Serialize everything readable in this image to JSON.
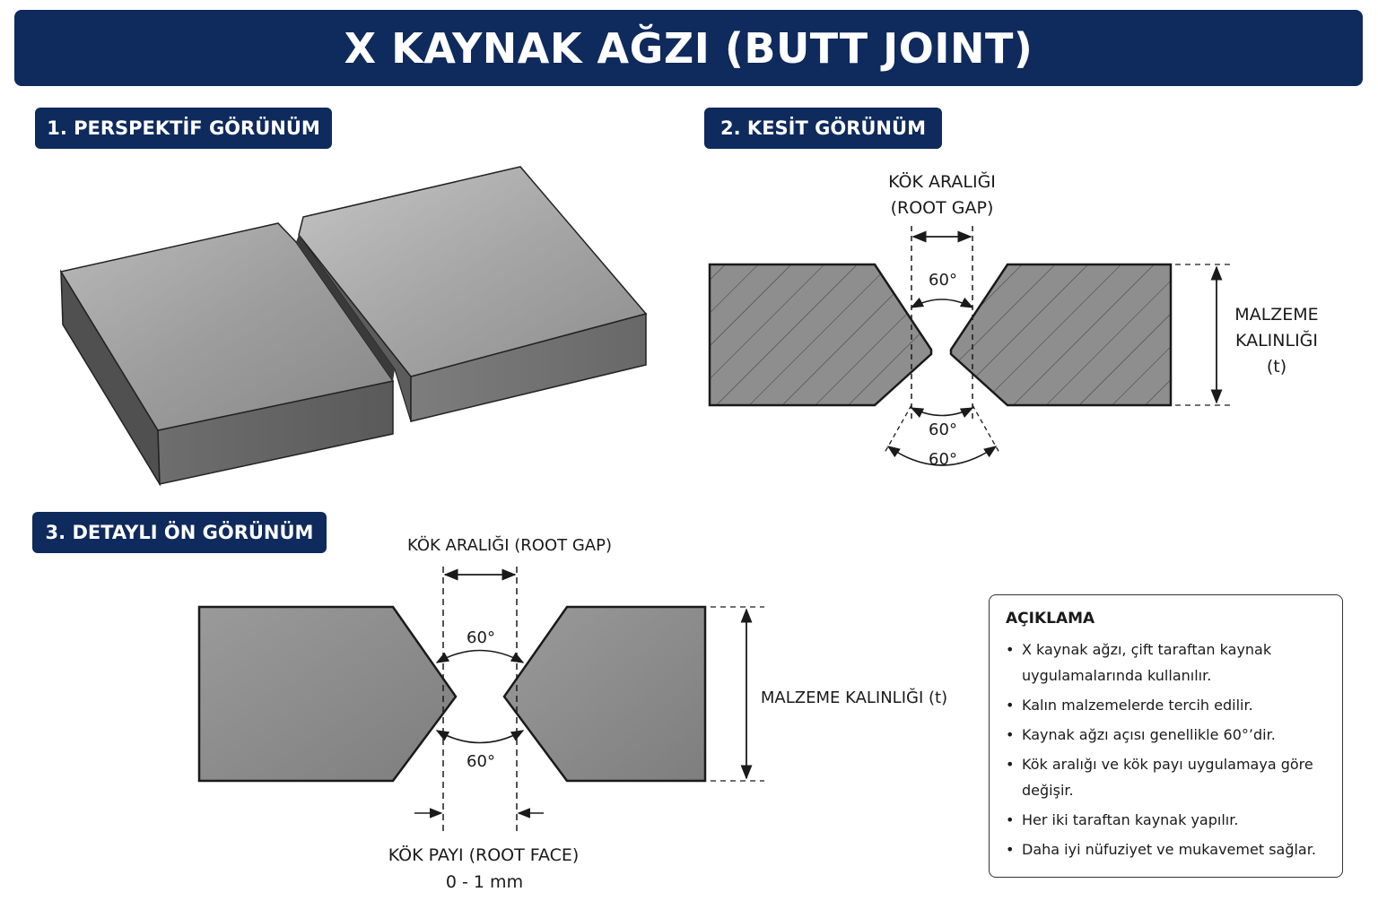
{
  "title": "X KAYNAK AĞZI (BUTT JOINT)",
  "sections": {
    "perspective": "1. PERSPEKTİF GÖRÜNÜM",
    "cross_section": "2. KESİT GÖRÜNÜM",
    "front_detail": "3. DETAYLI ÖN GÖRÜNÜM"
  },
  "cross_section": {
    "root_gap_line1": "KÖK ARALIĞI",
    "root_gap_line2": "(ROOT GAP)",
    "angle_top": "60°",
    "angle_bottom_inner": "60°",
    "angle_bottom_outer": "60°",
    "thickness_line1": "MALZEME",
    "thickness_line2": "KALINLIĞI",
    "thickness_line3": "(t)"
  },
  "front_detail": {
    "root_gap": "KÖK ARALIĞI (ROOT GAP)",
    "angle_top": "60°",
    "angle_bottom": "60°",
    "thickness": "MALZEME KALINLIĞI (t)",
    "root_face": "KÖK PAYI (ROOT FACE)",
    "root_face_value": "0 - 1 mm"
  },
  "legend": {
    "title": "AÇIKLAMA",
    "items": [
      "X kaynak ağzı, çift taraftan kaynak uygulamalarında kullanılır.",
      "Kalın malzemelerde tercih edilir.",
      "Kaynak ağzı açısı genellikle 60°’dir.",
      "Kök aralığı ve kök payı uygulamaya göre değişir.",
      "Her iki taraftan kaynak yapılır.",
      "Daha iyi nüfuziyet ve mukavemet sağlar."
    ]
  },
  "colors": {
    "header_bg": "#0f2a5c",
    "metal": "#8a8a8a",
    "outline": "#1a1a1a"
  }
}
